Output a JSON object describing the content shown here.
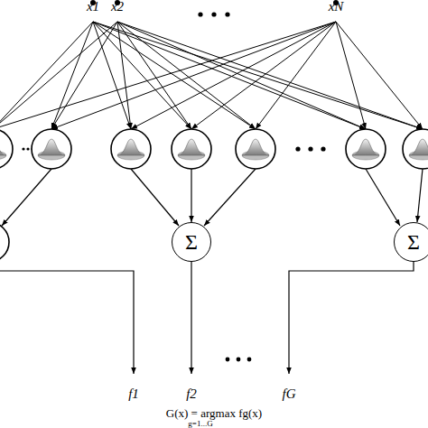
{
  "diagram": {
    "nodes": [
      {
        "text": [
          "x1"
        ]
      },
      {
        "text": [
          "x2"
        ]
      },
      {
        "text": [
          "xN"
        ]
      },
      {
        "text": [
          "Σ"
        ]
      },
      {
        "text": [
          "Σ"
        ]
      }
    ],
    "labels": [
      "f1",
      "f2",
      "fG",
      "G(x) = argmax fg(x)",
      "g=1...G"
    ]
  }
}
